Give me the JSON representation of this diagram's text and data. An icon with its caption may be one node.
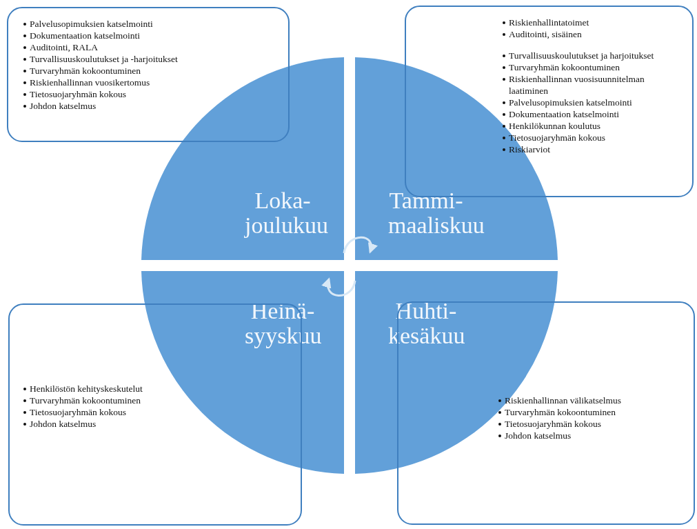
{
  "diagram": {
    "nodes": [
      {
        "text": [
          "Palvelusopimuksien katselmointi",
          "Dokumentaation katselmointi",
          "Auditointi, RALA",
          "Turvallisuuskoulutukset ja -harjoitukset",
          "Turvaryhmän kokoontuminen",
          "Riskienhallinnan vuosikertomus",
          "Tietosuojaryhmän kokous",
          "Johdon katselmus"
        ]
      },
      {
        "text": [
          "Riskienhallintatoimet",
          "Auditointi, sisäinen",
          "Turvallisuuskoulutukset ja harjoitukset",
          "Turvaryhmän kokoontuminen",
          "Riskienhallinnan vuosisuunnitelman laatiminen",
          "Palvelusopimuksien katselmointi",
          "Dokumentaation katselmointi",
          "Henkilökunnan koulutus",
          "Tietosuojaryhmän kokous",
          "Riskiarviot"
        ]
      },
      {
        "text": [
          "Loka- joulukuu"
        ]
      },
      {
        "text": [
          "Tammi- maaliskuu"
        ]
      },
      {
        "text": [
          "Heinä- syyskuu"
        ]
      },
      {
        "text": [
          "Huhti- kesäkuu"
        ]
      },
      {
        "text": [
          "Henkilöstön kehityskeskutelut",
          "Turvaryhmän kokoontuminen",
          "Tietosuojaryhmän kokous",
          "Johdon katselmus"
        ]
      },
      {
        "text": [
          "Riskienhallinnan välikatselmus",
          "Turvaryhmän kokoontuminen",
          "Tietosuojaryhmän kokous",
          "Johdon katselmus"
        ]
      }
    ],
    "edges": [
      {
        "from": 2,
        "to": 3,
        "arrow": "to"
      },
      {
        "from": 5,
        "to": 4,
        "arrow": "to"
      }
    ]
  }
}
